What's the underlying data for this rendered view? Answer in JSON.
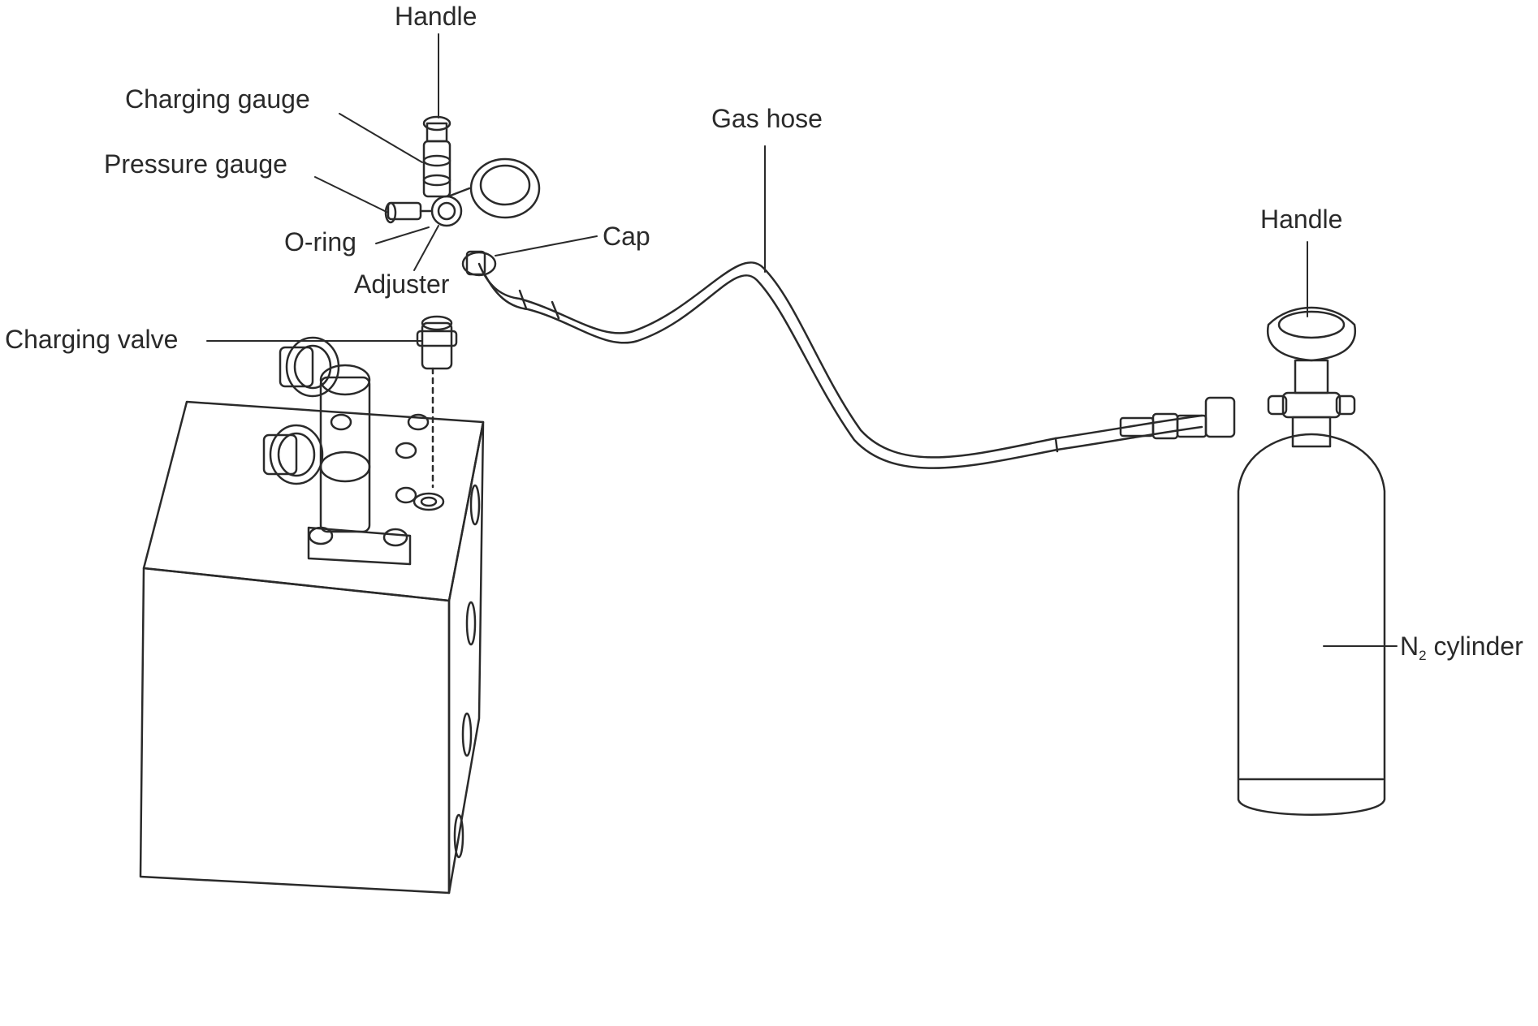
{
  "labels": {
    "handle_top": "Handle",
    "charging_gauge": "Charging gauge",
    "pressure_gauge": "Pressure gauge",
    "o_ring": "O-ring",
    "adjuster": "Adjuster",
    "cap": "Cap",
    "gas_hose": "Gas hose",
    "charging_valve": "Charging valve",
    "handle_cylinder": "Handle",
    "n2_cylinder_n": "N",
    "n2_cylinder_sub": "2",
    "n2_cylinder_rest": " cylinder"
  },
  "colors": {
    "line": "#2a2a2a",
    "background": "#ffffff"
  }
}
